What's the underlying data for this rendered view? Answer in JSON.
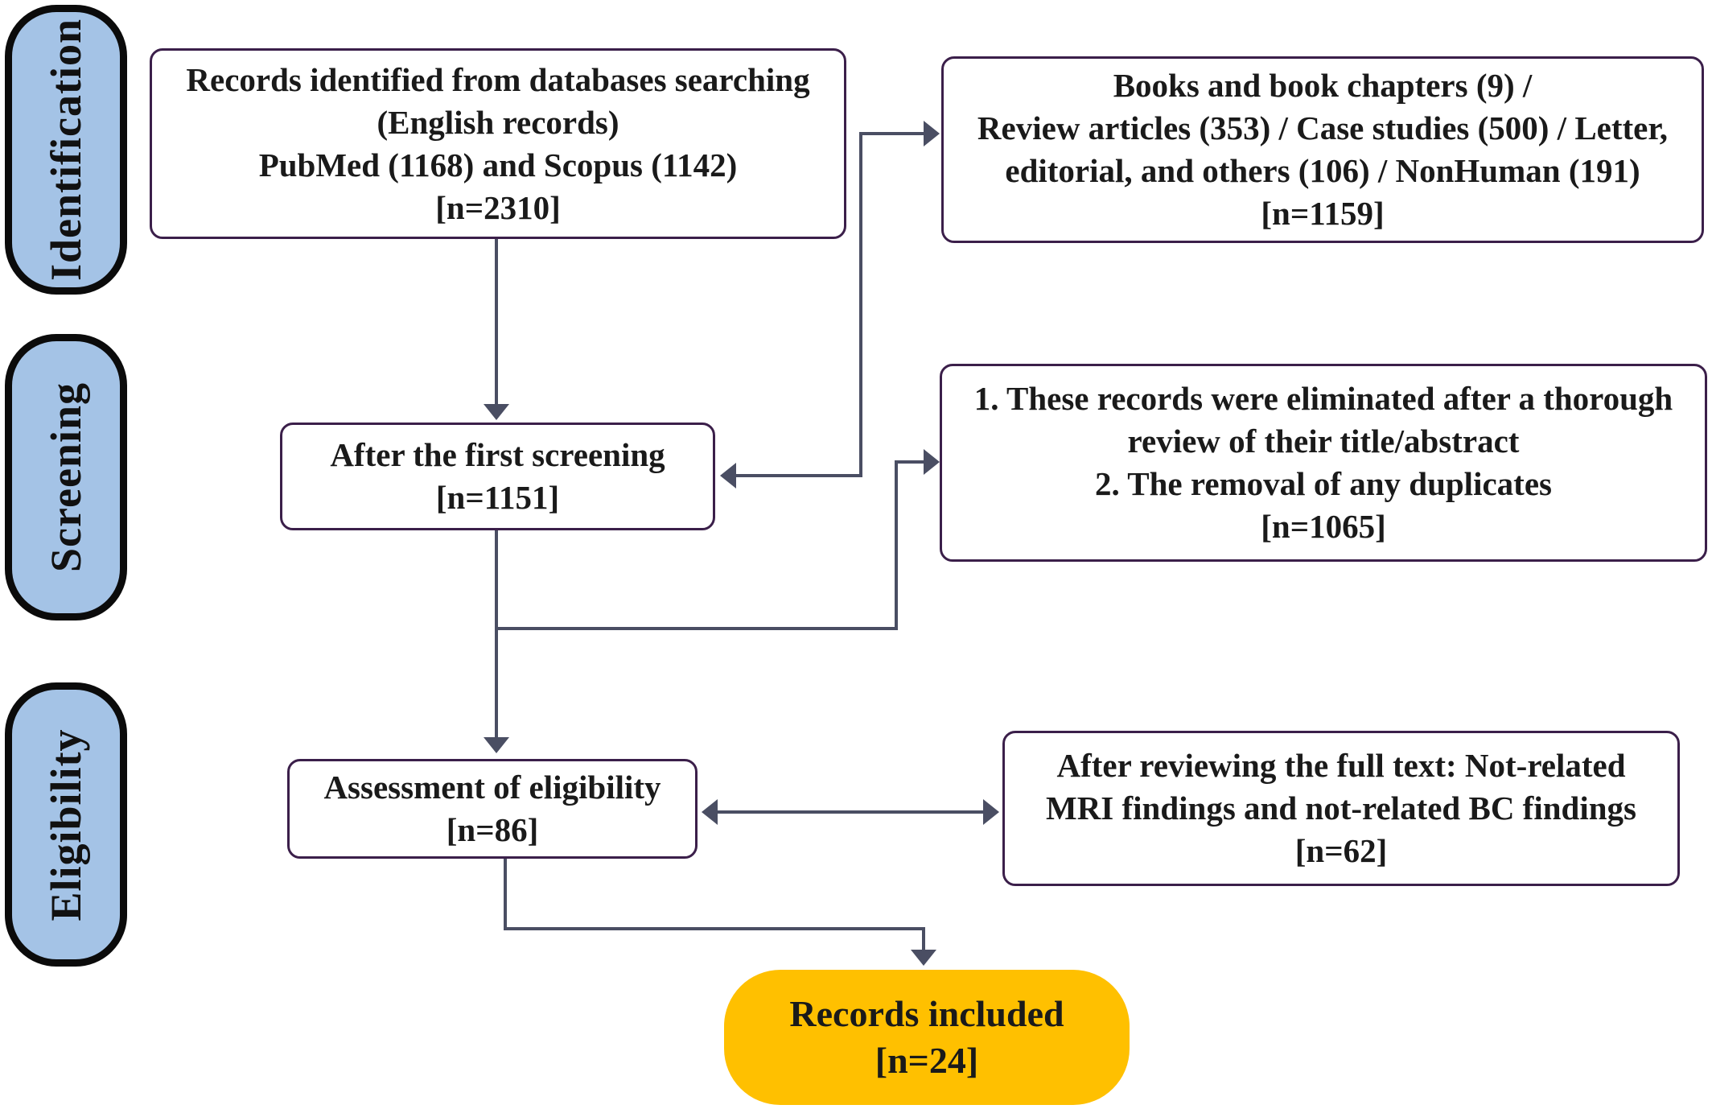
{
  "stages": {
    "identification": "Identification",
    "screening": "Screening",
    "eligibility": "Eligibility"
  },
  "identified": {
    "line1": "Records identified from databases searching",
    "line2": "(English records)",
    "line3": "PubMed (1168) and Scopus (1142)",
    "count": "[n=2310]"
  },
  "excluded_types": {
    "line1": "Books and book chapters (9) /",
    "line2": "Review articles (353) / Case studies (500) / Letter,",
    "line3": "editorial, and others (106) / NonHuman (191)",
    "count": "[n=1159]"
  },
  "screened": {
    "line1": "After the first screening",
    "count": "[n=1151]"
  },
  "excluded_screening": {
    "line1": "1. These records were eliminated after a thorough",
    "line2": "review of their title/abstract",
    "line3": "2. The removal of any duplicates",
    "count": "[n=1065]"
  },
  "eligibility": {
    "line1": "Assessment of eligibility",
    "count": "[n=86]"
  },
  "excluded_fulltext": {
    "line1": "After reviewing the full text: Not-related",
    "line2": "MRI findings and not-related BC findings",
    "count": "[n=62]"
  },
  "included": {
    "line1": "Records included",
    "count": "[n=24]"
  },
  "colors": {
    "stage_fill": "#a4c3e6",
    "box_border": "#3b1f4a",
    "arrow": "#4a4e63",
    "included_fill": "#ffc000"
  }
}
